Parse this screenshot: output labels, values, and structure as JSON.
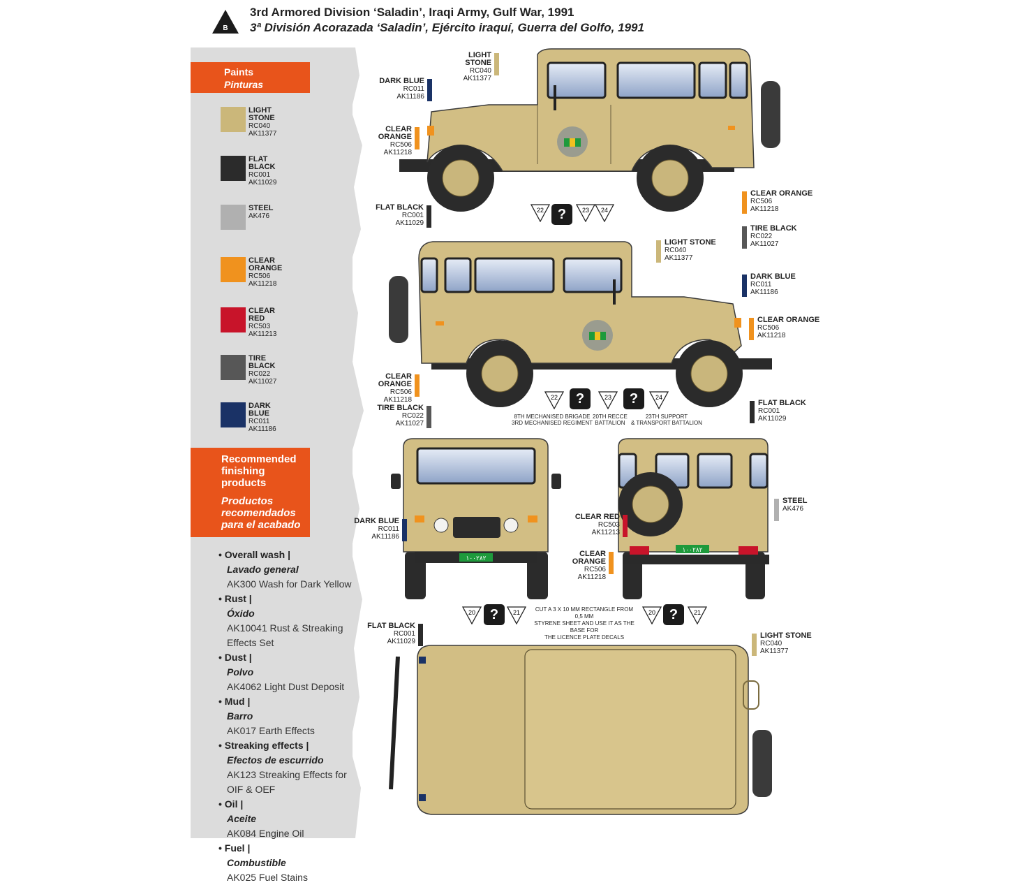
{
  "header": {
    "badge": "B",
    "title_en": "3rd Armored Division ‘Saladin’, Iraqi Army, Gulf War, 1991",
    "title_es": "3ª División Acorazada ‘Saladin’, Ejército iraquí, Guerra del Golfo, 1991"
  },
  "sidebar": {
    "paints_title": "Paints",
    "paints_title_es": "Pinturas",
    "paints": [
      {
        "name": "LIGHT STONE",
        "code1": "RC040",
        "code2": "AK11377",
        "color": "#cbb77a"
      },
      {
        "name": "FLAT BLACK",
        "code1": "RC001",
        "code2": "AK11029",
        "color": "#2b2b2b"
      },
      {
        "name": "STEEL",
        "code1": "AK476",
        "code2": "",
        "color": "#b0b0b0"
      },
      {
        "name": "CLEAR ORANGE",
        "code1": "RC506",
        "code2": "AK11218",
        "color": "#f0921e"
      },
      {
        "name": "CLEAR RED",
        "code1": "RC503",
        "code2": "AK11213",
        "color": "#c8142a"
      },
      {
        "name": "TIRE BLACK",
        "code1": "RC022",
        "code2": "AK11027",
        "color": "#575757"
      },
      {
        "name": "DARK BLUE",
        "code1": "RC011",
        "code2": "AK11186",
        "color": "#1a3266"
      }
    ],
    "finishing_title_en": [
      "Recommended",
      "finishing",
      "products"
    ],
    "finishing_title_es": [
      "Productos",
      "recomendados",
      "para el acabado"
    ],
    "finishing": [
      {
        "en": "Overall wash |",
        "es": "Lavado general",
        "products": [
          "AK300 Wash for Dark Yellow"
        ]
      },
      {
        "en": "Rust |",
        "es": "Óxido",
        "products": [
          "AK10041 Rust & Streaking",
          "Effects Set"
        ]
      },
      {
        "en": "Dust |",
        "es": "Polvo",
        "products": [
          "AK4062 Light Dust Deposit"
        ]
      },
      {
        "en": "Mud |",
        "es": "Barro",
        "products": [
          "AK017 Earth Effects"
        ]
      },
      {
        "en": "Streaking effects |",
        "es": "Efectos de escurrido",
        "products": [
          "AK123 Streaking Effects for",
          "OIF & OEF"
        ]
      },
      {
        "en": "Oil |",
        "es": "Aceite",
        "products": [
          "AK084 Engine Oil"
        ]
      },
      {
        "en": "Fuel |",
        "es": "Combustible",
        "products": [
          "AK025 Fuel Stains"
        ]
      }
    ]
  },
  "callouts": {
    "view1": [
      {
        "name": "LIGHT STONE",
        "c1": "RC040",
        "c2": "AK11377",
        "color": "#cbb77a"
      },
      {
        "name": "DARK BLUE",
        "c1": "RC011",
        "c2": "AK11186",
        "color": "#1a3266"
      },
      {
        "name": "CLEAR ORANGE",
        "c1": "RC506",
        "c2": "AK11218",
        "color": "#f0921e"
      },
      {
        "name": "FLAT BLACK",
        "c1": "RC001",
        "c2": "AK11029",
        "color": "#2b2b2b"
      },
      {
        "name": "CLEAR ORANGE",
        "c1": "RC506",
        "c2": "AK11218",
        "color": "#f0921e"
      },
      {
        "name": "TIRE BLACK",
        "c1": "RC022",
        "c2": "AK11027",
        "color": "#575757"
      }
    ],
    "view2": [
      {
        "name": "LIGHT STONE",
        "c1": "RC040",
        "c2": "AK11377",
        "color": "#cbb77a"
      },
      {
        "name": "DARK BLUE",
        "c1": "RC011",
        "c2": "AK11186",
        "color": "#1a3266"
      },
      {
        "name": "CLEAR ORANGE",
        "c1": "RC506",
        "c2": "AK11218",
        "color": "#f0921e"
      },
      {
        "name": "CLEAR ORANGE",
        "c1": "RC506",
        "c2": "AK11218",
        "color": "#f0921e"
      },
      {
        "name": "TIRE BLACK",
        "c1": "RC022",
        "c2": "AK11027",
        "color": "#575757"
      },
      {
        "name": "FLAT BLACK",
        "c1": "RC001",
        "c2": "AK11029",
        "color": "#2b2b2b"
      }
    ],
    "front": [
      {
        "name": "DARK BLUE",
        "c1": "RC011",
        "c2": "AK11186",
        "color": "#1a3266"
      },
      {
        "name": "FLAT BLACK",
        "c1": "RC001",
        "c2": "AK11029",
        "color": "#2b2b2b"
      }
    ],
    "rear": [
      {
        "name": "CLEAR RED",
        "c1": "RC503",
        "c2": "AK11213",
        "color": "#c8142a"
      },
      {
        "name": "CLEAR ORANGE",
        "c1": "RC506",
        "c2": "AK11218",
        "color": "#f0921e"
      },
      {
        "name": "STEEL",
        "c1": "AK476",
        "c2": "",
        "color": "#b0b0b0"
      }
    ],
    "top": [
      {
        "name": "LIGHT STONE",
        "c1": "RC040",
        "c2": "AK11377",
        "color": "#cbb77a"
      }
    ]
  },
  "markers": {
    "v1": [
      "22",
      "?",
      "23",
      "24"
    ],
    "v2": [
      "22",
      "?",
      "23",
      "?",
      "24"
    ],
    "front": [
      "20",
      "?",
      "21"
    ],
    "rear": [
      "20",
      "?",
      "21"
    ]
  },
  "unit_labels": {
    "u1": [
      "8TH MECHANISED BRIGADE",
      "3RD MECHANISED REGIMENT"
    ],
    "u2": [
      "20TH RECCE",
      "BATTALION"
    ],
    "u3": [
      "23TH SUPPORT",
      "& TRANSPORT BATTALION"
    ]
  },
  "plate_note": [
    "CUT A 3 X 10 MM RECTANGLE FROM 0,5 MM",
    "STYRENE SHEET AND USE IT AS THE BASE FOR",
    "THE LICENCE PLATE DECALS"
  ],
  "plate_text": "١٠٠٢٨٢"
}
